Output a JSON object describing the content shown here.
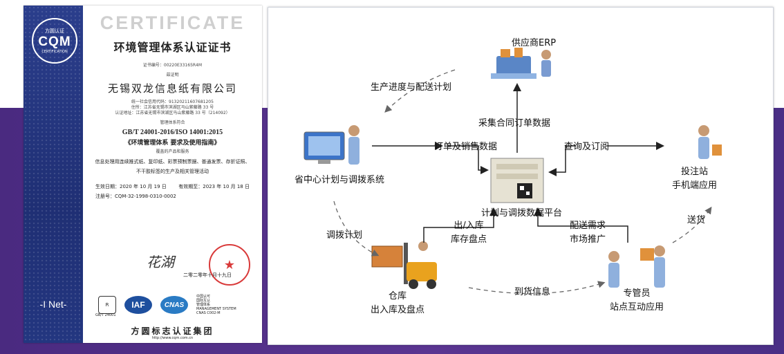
{
  "certificate": {
    "title_en": "CERTIFICATE",
    "title_zh": "环境管理体系认证证书",
    "cert_no": "证书编号：00220E33165R4M",
    "certify_text": "兹证明",
    "company": "无锡双龙信息纸有限公司",
    "code_line": "统一社会信用代码：91320211607681205",
    "addr_line1": "住所：江苏省无锡市滨湖区马山紫藤路 33 号",
    "addr_line2": "认证地址：江苏省无锡市滨湖区马山紫藤路 33 号（214092）",
    "conform_text": "管理体系符合",
    "standard": "GB/T 24001-2016/ISO 14001:2015",
    "standard_name": "《环境管理体系 要求及使用指南》",
    "scope_heading": "覆盖的产品和服务",
    "scope_line1": "信息处理用连续推式纸、复印纸、彩票预制票据、普通发票、存折证照、",
    "scope_line2": "不干胶标签的生产及相关管理活动",
    "issue_date": "生效日期：2020 年 10 月 19 日",
    "expiry_date": "有效期至：2023 年 10 月 18 日",
    "reg_no": "注册号：CQM-32-1998-0310-0002",
    "sign_date": "二零二零年十月十九日",
    "logo_cqm_top": "方圆认证",
    "logo_cqm": "CQM",
    "logo_cqm_bottom": "CERTIFICATION",
    "logo_iaf": "IAF",
    "logo_cnas": "CNAS",
    "cnas_text1": "中国认可",
    "cnas_text2": "国际互认",
    "cnas_text3": "管理体系",
    "cnas_text4": "MANAGEMENT SYSTEM",
    "cnas_text5": "CNAS C002-M",
    "r2_caption": "GB/T 24001",
    "group_name": "方圆标志认证集团",
    "website": "http://www.cqm.com.cn",
    "inet": "-I Net-"
  },
  "diagram": {
    "supplier_erp": "供应商ERP",
    "production_schedule": "生产进度与配送计划",
    "collect_contract": "采集合同订单数据",
    "province_center_line1": "省中心计划与调拨系统",
    "order_sales_data": "订单及销售数据",
    "query_subscribe": "查询及订阅",
    "delivery_station_line1": "投注站",
    "delivery_station_line2": "手机端应用",
    "platform": "计划与调拨数据平台",
    "transfer_plan": "调拨计划",
    "in_out_line1": "出/入库",
    "in_out_line2": "库存盘点",
    "delivery_demand_line1": "配送需求",
    "delivery_demand_line2": "市场推广",
    "send_goods": "送货",
    "warehouse_line1": "仓库",
    "warehouse_line2": "出入库及盘点",
    "arrival_info": "到货信息",
    "manager_line1": "专管员",
    "manager_line2": "站点互动应用"
  },
  "colors": {
    "band": "#4a2a80",
    "cert_strip": "#1f2f74",
    "stamp": "#d93a3a"
  }
}
